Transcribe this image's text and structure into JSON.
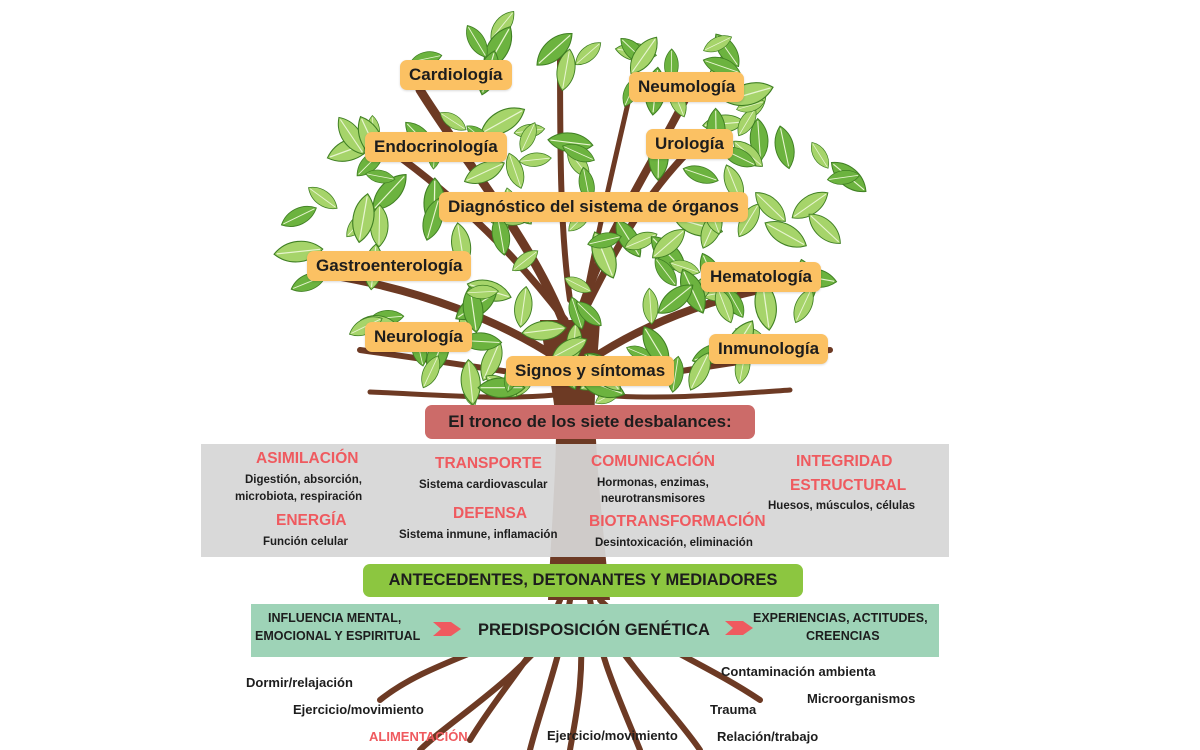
{
  "colors": {
    "leaf": "#6cb33f",
    "leaf_light": "#a6d46a",
    "branch": "#6d3a24",
    "tag": "#fbc163",
    "trunk_title": "#cc6b69",
    "category": "#ef5a5f",
    "green_bar": "#8cc640",
    "teal_bar": "#9ed3b7",
    "arrow": "#ef5a5f"
  },
  "branches": [
    "Cardiología",
    "Neumología",
    "Endocrinología",
    "Urología",
    "Diagnóstico del sistema de órganos",
    "Gastroenterología",
    "Hematología",
    "Neurología",
    "Inmunología",
    "Signos y síntomas"
  ],
  "trunk": {
    "title": "El tronco de los siete desbalances:",
    "categories": [
      {
        "name": "ASIMILACIÓN",
        "desc_1": "Digestión, absorción,",
        "desc_2": "microbiota, respiración"
      },
      {
        "name": "ENERGÍA",
        "desc_1": "Función celular"
      },
      {
        "name": "TRANSPORTE",
        "desc_1": "Sistema cardiovascular"
      },
      {
        "name": "DEFENSA",
        "desc_1": "Sistema inmune, inflamación"
      },
      {
        "name": "COMUNICACIÓN",
        "desc_1": "Hormonas, enzimas,",
        "desc_2": "neurotransmisores"
      },
      {
        "name": "BIOTRANSFORMACIÓN",
        "desc_1": "Desintoxicación, eliminación"
      },
      {
        "name_1": "INTEGRIDAD",
        "name_2": "ESTRUCTURAL",
        "desc_1": "Huesos, músculos, células"
      }
    ]
  },
  "antecedents": "ANTECEDENTES, DETONANTES Y MEDIADORES",
  "genetics": {
    "left_1": "INFLUENCIA MENTAL,",
    "left_2": "EMOCIONAL Y ESPIRITUAL",
    "center": "PREDISPOSICIÓN GENÉTICA",
    "right_1": "EXPERIENCIAS, ACTITUDES,",
    "right_2": "CREENCIAS"
  },
  "roots": [
    "Dormir/relajación",
    "Ejercicio/movimiento",
    "ALIMENTACIÓN",
    "Ejercicio/movimiento",
    "Contaminación ambienta",
    "Microorganismos",
    "Trauma",
    "Relación/trabajo"
  ]
}
